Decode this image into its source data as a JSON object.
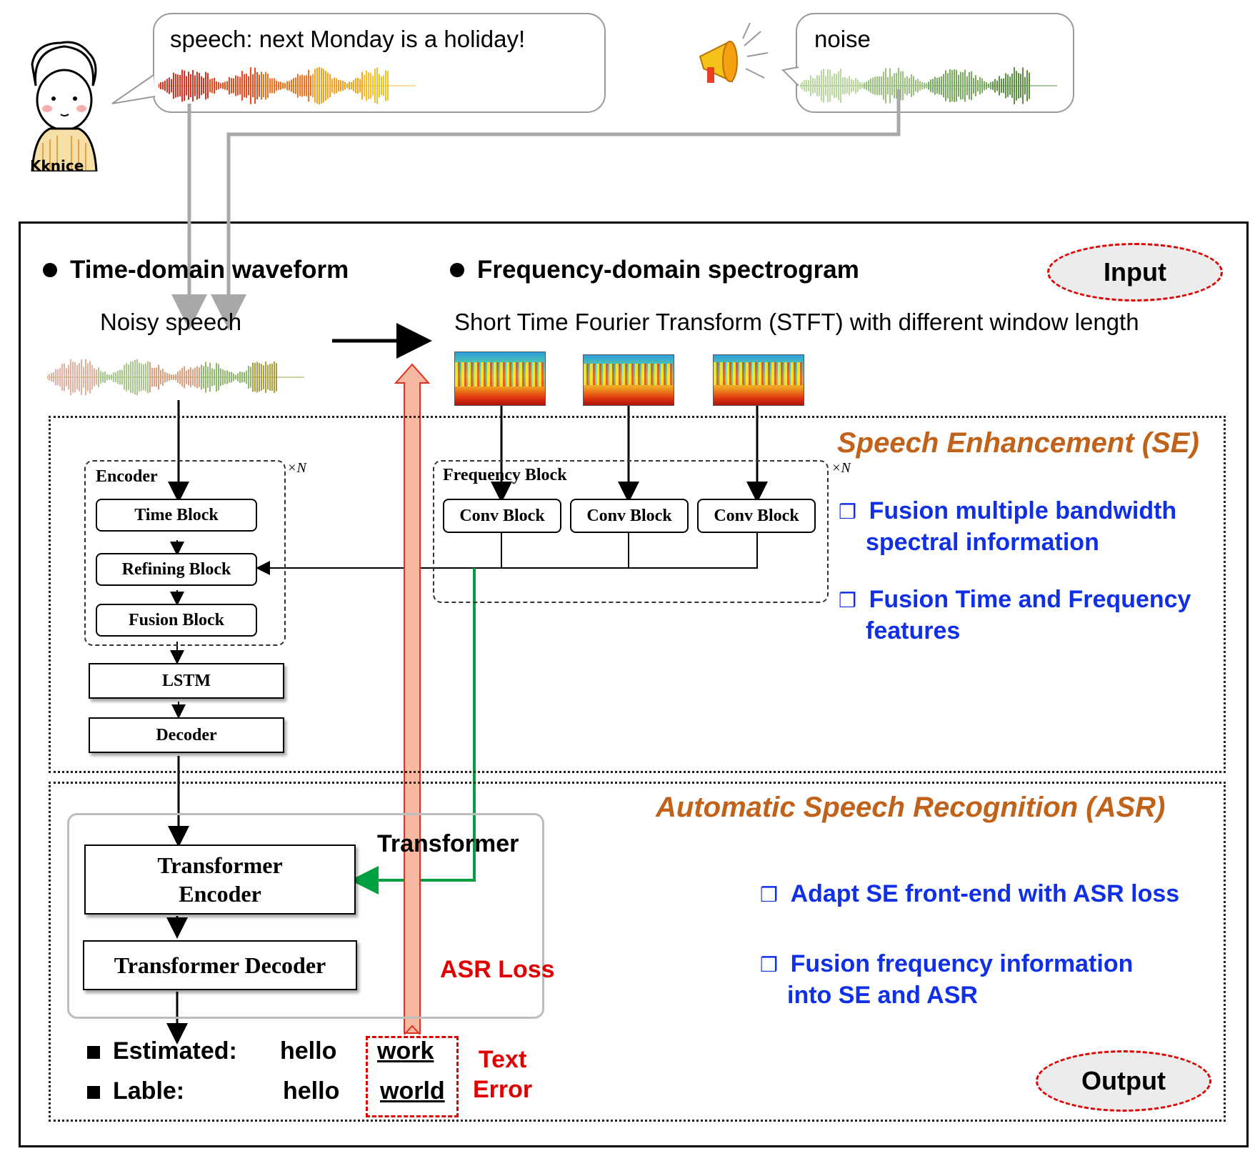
{
  "speech_bubble": {
    "text": "speech: next Monday is a holiday!"
  },
  "noise_bubble": {
    "text": "noise"
  },
  "mascot": {
    "label": "Kknice"
  },
  "input_section": {
    "time_domain_title": "Time-domain waveform",
    "freq_domain_title": "Frequency-domain spectrogram",
    "noisy_speech_label": "Noisy speech",
    "stft_label": "Short Time Fourier Transform (STFT) with different window length",
    "input_tag": "Input"
  },
  "se_section": {
    "title": "Speech Enhancement (SE)",
    "encoder_label": "Encoder",
    "repeat_label": "×N",
    "time_block": "Time Block",
    "refining_block": "Refining Block",
    "fusion_block": "Fusion Block",
    "lstm": "LSTM",
    "decoder": "Decoder",
    "frequency_block_label": "Frequency Block",
    "conv_blocks": [
      "Conv Block",
      "Conv Block",
      "Conv Block"
    ],
    "bullets": [
      [
        "Fusion multiple bandwidth",
        "spectral information"
      ],
      [
        "Fusion Time and Frequency",
        "features"
      ]
    ],
    "bullet_marker": "❒"
  },
  "asr_section": {
    "title": "Automatic Speech Recognition (ASR)",
    "transformer_label": "Transformer",
    "transformer_encoder": [
      "Transformer",
      "Encoder"
    ],
    "transformer_decoder": "Transformer Decoder",
    "asr_loss": "ASR Loss",
    "bullets": [
      [
        "Adapt SE front-end with ASR loss"
      ],
      [
        "Fusion frequency information",
        "into SE and ASR"
      ]
    ],
    "bullet_marker": "❒"
  },
  "output_section": {
    "estimated_label": "Estimated:",
    "label_label": "Lable:",
    "estimated_words": [
      "hello",
      "work"
    ],
    "label_words": [
      "hello",
      "world"
    ],
    "text_error": [
      "Text",
      "Error"
    ],
    "output_tag": "Output"
  },
  "colors": {
    "se_title": "#c0621a",
    "bullets": "#1030e8",
    "asr_loss": "#e00000",
    "feedback_arrow": "#00a040",
    "loss_arrow_fill": "#f6b8a0"
  }
}
